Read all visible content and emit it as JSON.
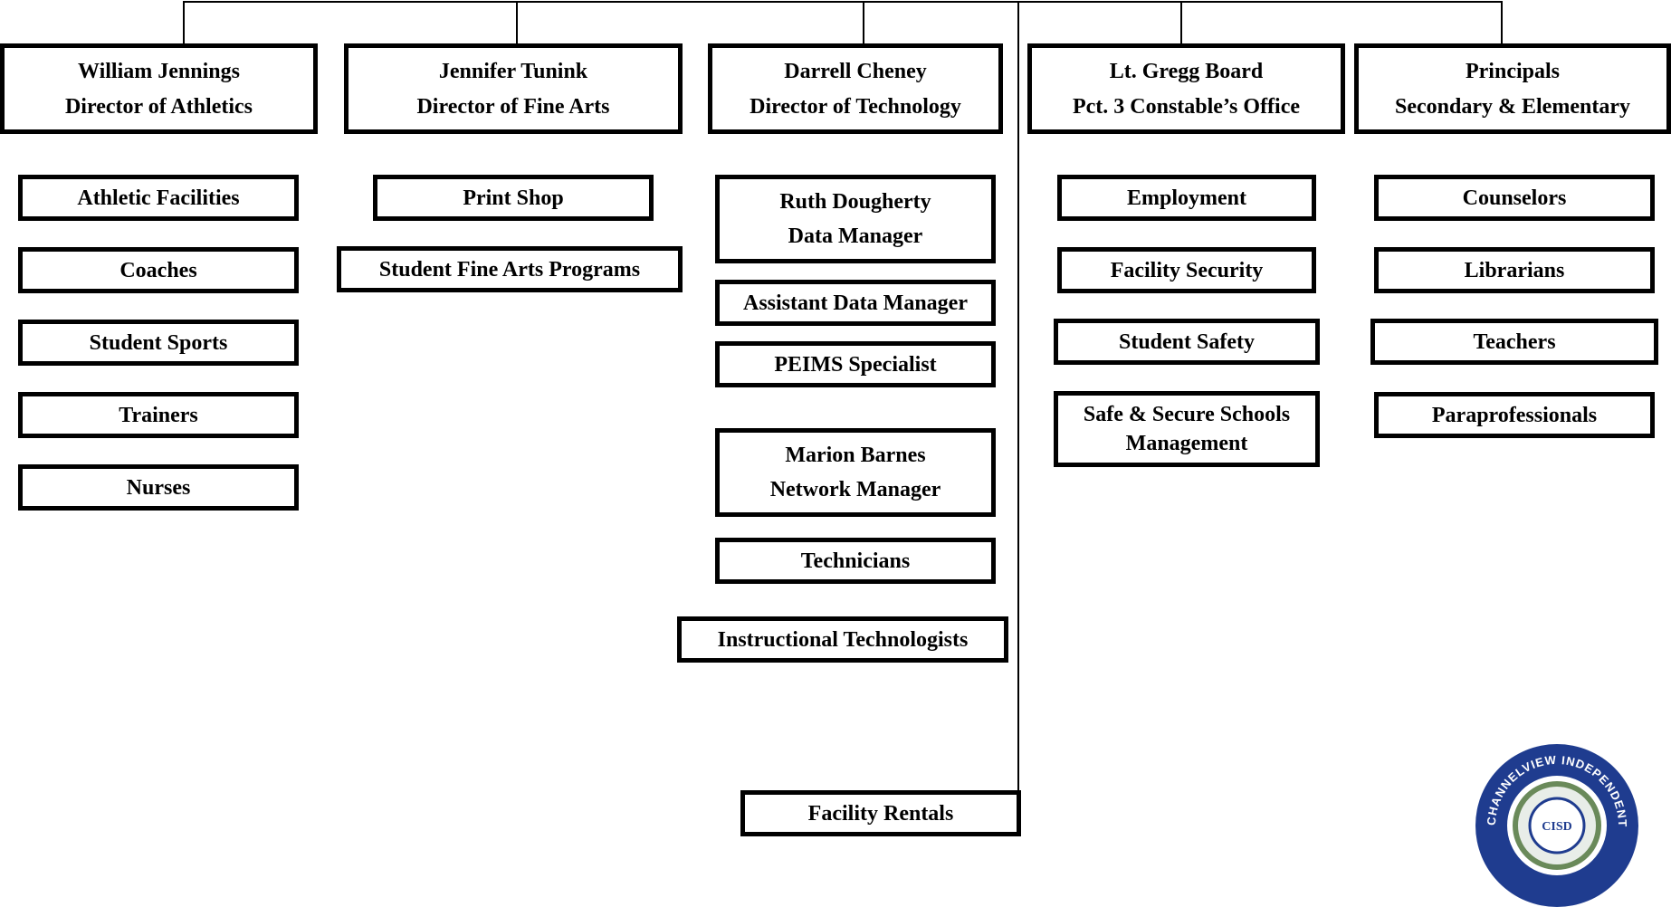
{
  "org_chart": {
    "columns": [
      {
        "head": {
          "name": "William Jennings",
          "title": "Director of Athletics"
        },
        "items": [
          "Athletic Facilities",
          "Coaches",
          "Student Sports",
          "Trainers",
          "Nurses"
        ]
      },
      {
        "head": {
          "name": "Jennifer Tunink",
          "title": "Director of Fine Arts"
        },
        "items": [
          "Print Shop",
          "Student Fine Arts Programs"
        ]
      },
      {
        "head": {
          "name": "Darrell Cheney",
          "title": "Director of Technology"
        },
        "data_manager": {
          "name": "Ruth Dougherty",
          "title": "Data Manager"
        },
        "items_a": [
          "Assistant Data Manager",
          "PEIMS Specialist"
        ],
        "network_manager": {
          "name": "Marion Barnes",
          "title": "Network Manager"
        },
        "items_b": [
          "Technicians",
          "Instructional Technologists"
        ]
      },
      {
        "head": {
          "name": "Lt. Gregg Board",
          "title": "Pct. 3 Constable’s Office"
        },
        "items": [
          "Employment",
          "Facility Security",
          "Student Safety",
          "Safe & Secure Schools Management"
        ]
      },
      {
        "head": {
          "name": "Principals",
          "title": "Secondary & Elementary"
        },
        "items": [
          "Counselors",
          "Librarians",
          "Teachers",
          "Paraprofessionals"
        ]
      }
    ],
    "bottom_item": "Facility Rentals"
  },
  "seal": {
    "ring_text": "CHANNELVIEW INDEPENDENT",
    "center_text": "CISD",
    "color": "#1f3c8f"
  }
}
